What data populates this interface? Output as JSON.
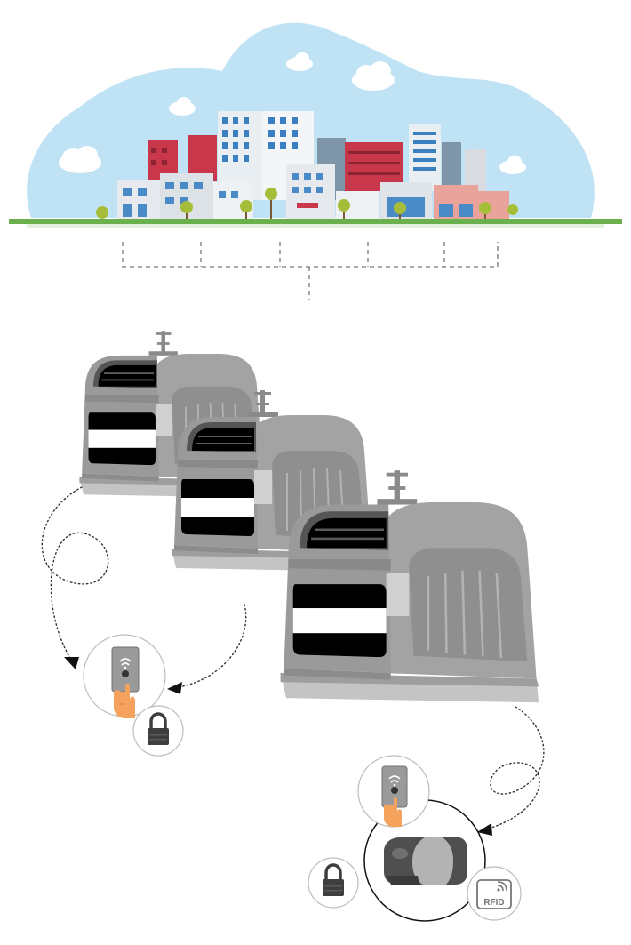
{
  "colors": {
    "sky": "#bfe3f4",
    "cloud": "#ffffff",
    "ground": "#6ab04c",
    "bin_body": "#9a9a9a",
    "bin_dark": "#7f7f7f",
    "bin_light": "#b5b5b5",
    "blue": "#1f97d5",
    "yellow": "#f6c84a",
    "green": "#16a045",
    "skin": "#f5a25d",
    "card": "#8c8c8c",
    "dotted": "#333333"
  },
  "containers": [
    {
      "id": "blue",
      "color": "#1f97d5",
      "lid": "#2aa8e0"
    },
    {
      "id": "yellow",
      "color": "#f6c84a",
      "lid": "#f8d368"
    },
    {
      "id": "green",
      "color": "#16a045",
      "lid": "#1aa84b"
    }
  ],
  "icons": {
    "access_card": "card-icon",
    "lock": "lock-icon",
    "rfid_reader": "reader-icon",
    "rfid": "rfid-icon"
  },
  "labels": {
    "rfid": "RFID"
  }
}
